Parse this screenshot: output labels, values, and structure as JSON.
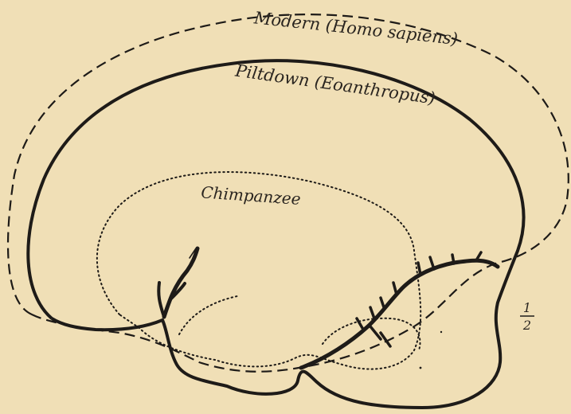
{
  "labels": {
    "modern": "Modern (Homo sapiens)",
    "piltdown": "Piltdown (Eoanthropus)",
    "chimpanzee": "Chimpanzee",
    "scale_num": "1",
    "scale_den": "2"
  },
  "colors": {
    "background": "#f0dfb6",
    "ink": "#1e1b18"
  }
}
